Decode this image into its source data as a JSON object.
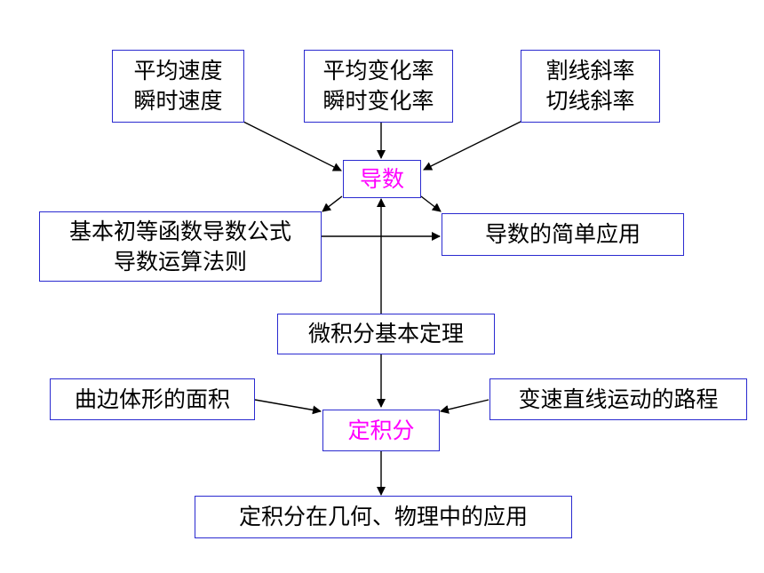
{
  "colors": {
    "border": "#2a2ad0",
    "arrow": "#000000",
    "highlight": "#ff00ff",
    "text": "#000000"
  },
  "nodes": {
    "avg_speed": {
      "line1": "平均速度",
      "line2": "瞬时速度"
    },
    "avg_rate": {
      "line1": "平均变化率",
      "line2": "瞬时变化率"
    },
    "secant": {
      "line1": "割线斜率",
      "line2": "切线斜率"
    },
    "derivative": {
      "label": "导数"
    },
    "formulas": {
      "line1": "基本初等函数导数公式",
      "line2": "导数运算法则"
    },
    "deriv_app": {
      "label": "导数的简单应用"
    },
    "fundamental": {
      "label": "微积分基本定理"
    },
    "curved_area": {
      "label": "曲边体形的面积"
    },
    "variable_path": {
      "label": "变速直线运动的路程"
    },
    "integral": {
      "label": "定积分"
    },
    "integral_app": {
      "label": "定积分在几何、物理中的应用"
    }
  },
  "edges": [
    {
      "from": "avg_speed",
      "to": "derivative"
    },
    {
      "from": "avg_rate",
      "to": "derivative"
    },
    {
      "from": "secant",
      "to": "derivative"
    },
    {
      "from": "derivative",
      "to": "formulas"
    },
    {
      "from": "derivative",
      "to": "deriv_app"
    },
    {
      "from": "formulas",
      "to": "deriv_app"
    },
    {
      "from": "fundamental",
      "to": "derivative"
    },
    {
      "from": "fundamental",
      "to": "integral"
    },
    {
      "from": "curved_area",
      "to": "integral"
    },
    {
      "from": "variable_path",
      "to": "integral"
    },
    {
      "from": "integral",
      "to": "integral_app"
    }
  ]
}
